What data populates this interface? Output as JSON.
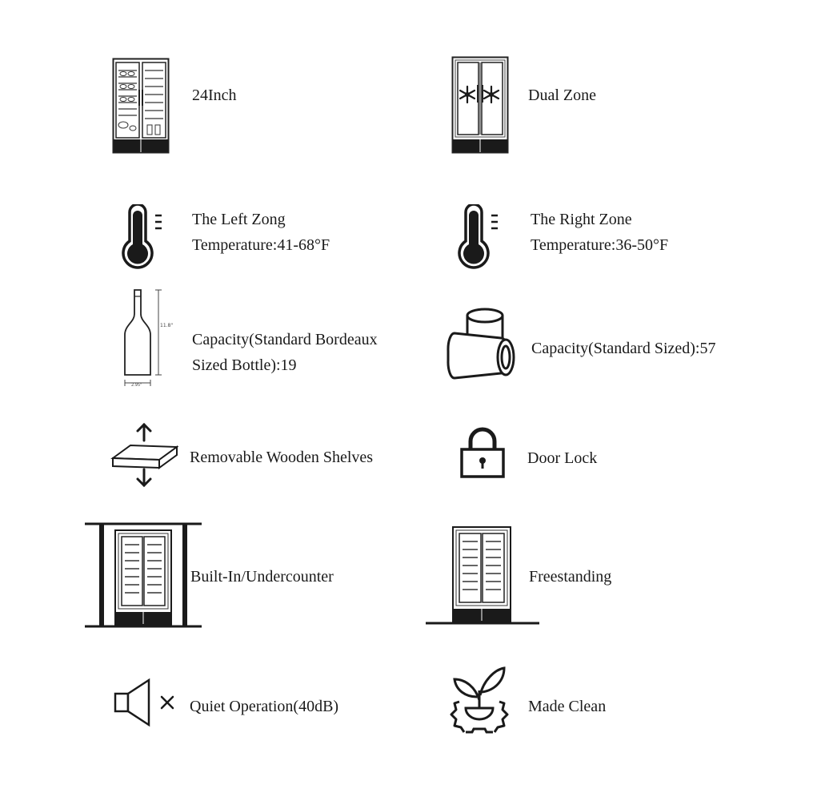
{
  "features": {
    "size": {
      "label": "24Inch",
      "icon": "double-door-fridge-shelves-icon"
    },
    "dual_zone": {
      "label": "Dual  Zone",
      "icon": "snowflake-fridge-icon"
    },
    "left_zone": {
      "line1": "The Left Zong",
      "line2": "Temperature:41-68°F",
      "icon": "thermometer-icon"
    },
    "right_zone": {
      "line1": "The Right Zone",
      "line2": "Temperature:36-50°F",
      "icon": "thermometer-icon"
    },
    "bottle_capacity": {
      "line1": "Capacity(Standard Bordeaux",
      "line2": "Sized Bottle):19",
      "icon": "wine-bottle-icon",
      "dim_height": "11.8\"",
      "dim_width": "2.95\""
    },
    "can_capacity": {
      "label": "Capacity(Standard Sized):57",
      "icon": "cans-icon"
    },
    "shelves": {
      "label": "Removable Wooden Shelves",
      "icon": "shelf-arrows-icon"
    },
    "lock": {
      "label": "Door Lock",
      "icon": "padlock-icon"
    },
    "built_in": {
      "label": "Built-In/Undercounter",
      "icon": "built-in-fridge-icon"
    },
    "freestanding": {
      "label": "Freestanding",
      "icon": "freestanding-fridge-icon"
    },
    "quiet": {
      "label": "Quiet Operation(40dB)",
      "icon": "speaker-mute-icon"
    },
    "clean": {
      "label": "Made Clean",
      "icon": "plant-gear-icon"
    }
  }
}
